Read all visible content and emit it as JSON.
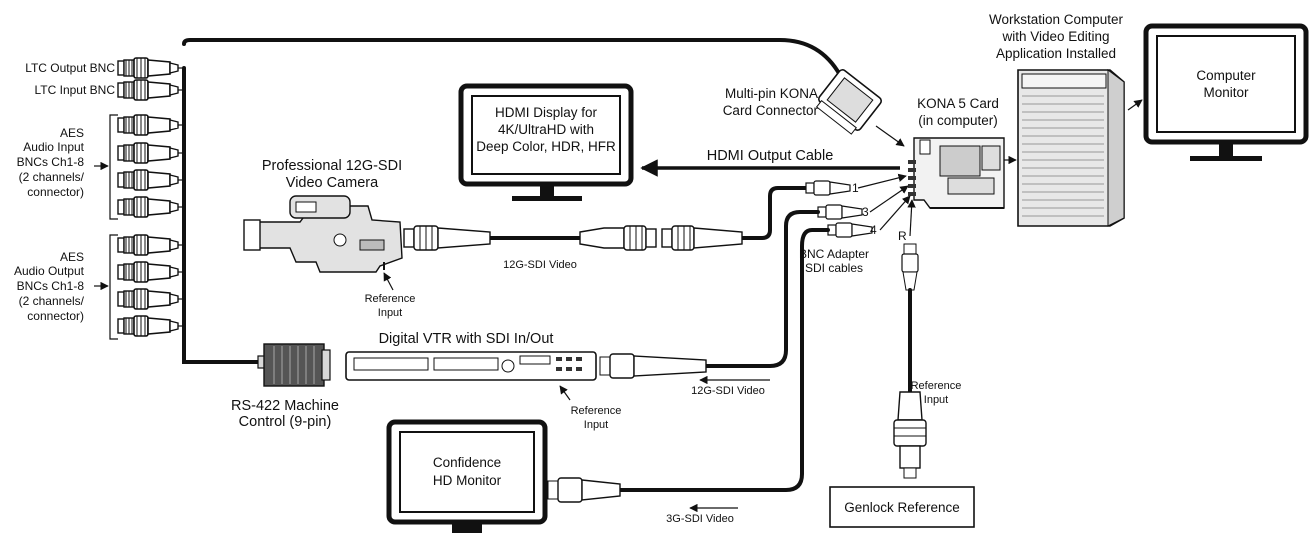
{
  "left_panel": {
    "ltc_output": "LTC Output BNC",
    "ltc_input": "LTC Input BNC",
    "aes_input": [
      "AES",
      "Audio Input",
      "BNCs Ch1-8",
      "(2 channels/",
      "connector)"
    ],
    "aes_output": [
      "AES",
      "Audio Output",
      "BNCs Ch1-8",
      "(2 channels/",
      "connector)"
    ]
  },
  "camera": {
    "title": [
      "Professional 12G-SDI",
      "Video Camera"
    ],
    "ref": [
      "Reference",
      "Input"
    ]
  },
  "cable_12g_camera": "12G-SDI Video",
  "hdmi_display": [
    "HDMI Display for",
    "4K/UltraHD with",
    "Deep Color, HDR, HFR"
  ],
  "hdmi_cable": "HDMI Output Cable",
  "konapin": [
    "Multi-pin KONA",
    "Card Connector"
  ],
  "kona_card": [
    "KONA 5 Card",
    "(in computer)"
  ],
  "workstation": [
    "Workstation Computer",
    "with Video Editing",
    "Application Installed"
  ],
  "computer_monitor": [
    "Computer",
    "Monitor"
  ],
  "bnc_adapter": [
    "BNC Adapter",
    "SDI cables"
  ],
  "port_labels": [
    "1",
    "3",
    "4",
    "R"
  ],
  "vtr": {
    "title": "Digital VTR with SDI In/Out",
    "ref": [
      "Reference",
      "Input"
    ],
    "cable": "12G-SDI Video"
  },
  "rs422": [
    "RS-422 Machine",
    "Control (9-pin)"
  ],
  "genlock": {
    "ref": [
      "Reference",
      "Input"
    ],
    "label": "Genlock Reference"
  },
  "confidence": {
    "label": [
      "Confidence",
      "HD Monitor"
    ],
    "cable": "3G-SDI Video"
  }
}
